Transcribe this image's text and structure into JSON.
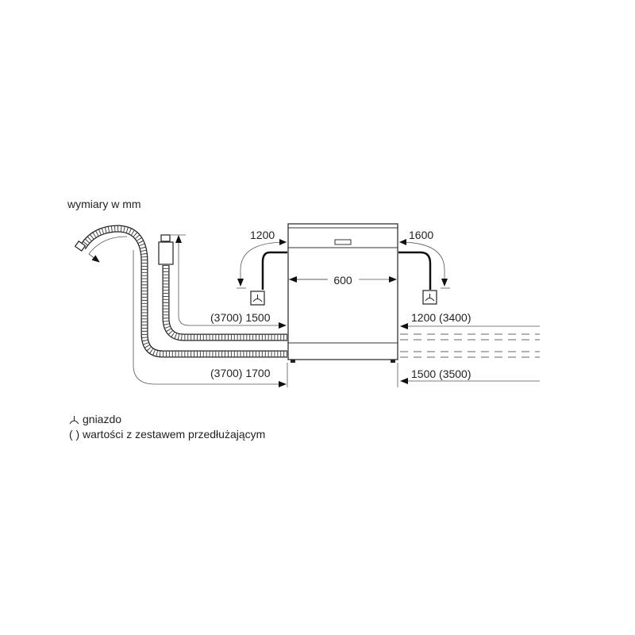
{
  "title": "wymiary w mm",
  "dimensions": {
    "width": "600",
    "left_power": "1200",
    "right_power": "1600",
    "inlet_left": "(3700) 1500",
    "drain_left": "(3700) 1700",
    "inlet_right": "1200 (3400)",
    "drain_right": "1500 (3500)"
  },
  "legend": {
    "socket_symbol": "socket-icon",
    "socket_label": "gniazdo",
    "extension_symbol": "( )",
    "extension_label": "wartości z zestawem przedłużającym"
  }
}
